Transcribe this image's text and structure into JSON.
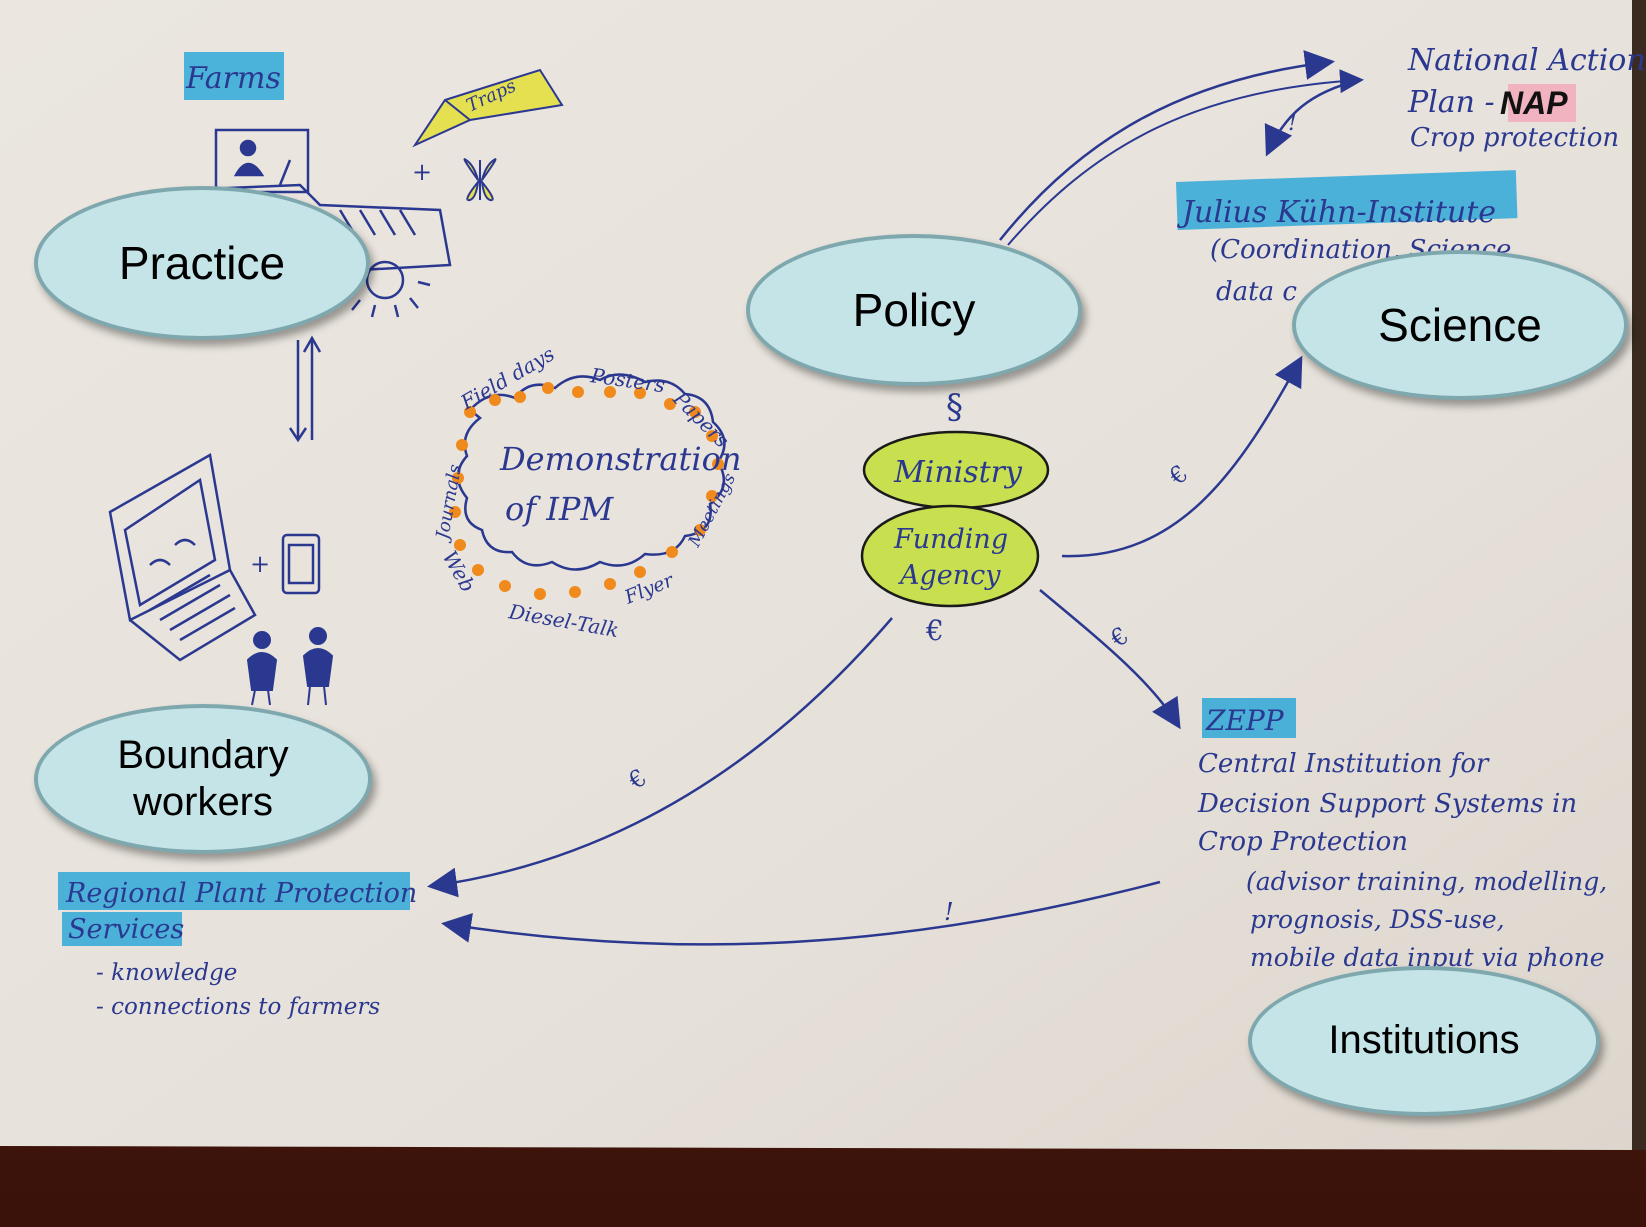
{
  "bubbles": {
    "practice": "Practice",
    "policy": "Policy",
    "science": "Science",
    "boundary_1": "Boundary",
    "boundary_2": "workers",
    "institutions": "Institutions"
  },
  "sketch": {
    "farms": "Farms",
    "traps": "Traps",
    "nap_1": "National Action",
    "nap_2": "Plan -",
    "nap_abbr": "NAP",
    "nap_3": "Crop protection",
    "jki_title": "Julius Kühn-Institute",
    "jki_line1": "(Coordination, Science",
    "jki_line2": "data c",
    "demo_1": "Demonstration",
    "demo_2": "of IPM",
    "ring_labels": [
      "Field days",
      "Posters",
      "Papers",
      "Meetings",
      "Flyer",
      "Diesel-Talk",
      "Web",
      "Journals"
    ],
    "paragraph": "§",
    "ministry": "Ministry",
    "funding_1": "Funding",
    "funding_2": "Agency",
    "euro": "€",
    "exclaim": "!",
    "zepp": "ZEPP",
    "zepp_1": "Central Institution for",
    "zepp_2": "Decision Support Systems in",
    "zepp_3": "Crop Protection",
    "zepp_4": "(advisor training, modelling,",
    "zepp_5": "prognosis, DSS-use,",
    "zepp_6": "mobile data input via phone",
    "regional_1": "Regional Plant Protection",
    "regional_2": "Services",
    "regional_b1": "- knowledge",
    "regional_b2": "- connections to farmers"
  },
  "colors": {
    "paper": "#e8e3dc",
    "ink": "#2b3890",
    "highlighter_blue": "#2fa8d8",
    "highlighter_yellow": "#e4e050",
    "highlighter_green": "#c8e050",
    "dots_orange": "#f08a1c",
    "bubble_fill": "#c4e4e8",
    "bubble_border": "#7fa8ae"
  }
}
